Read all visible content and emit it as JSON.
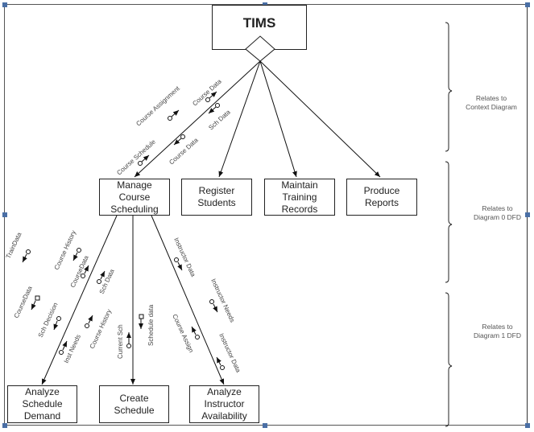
{
  "title": "TIMS",
  "level1": [
    {
      "id": "manage",
      "label": "Manage\nCourse\nScheduling"
    },
    {
      "id": "register",
      "label": "Register\nStudents"
    },
    {
      "id": "maintain",
      "label": "Maintain\nTraining\nRecords"
    },
    {
      "id": "produce",
      "label": "Produce\nReports"
    }
  ],
  "level2": [
    {
      "id": "analyze-demand",
      "label": "Analyze\nSchedule\nDemand"
    },
    {
      "id": "create",
      "label": "Create\nSchedule"
    },
    {
      "id": "analyze-instructor",
      "label": "Analyze\nInstructor\nAvailability"
    }
  ],
  "flows_top": [
    {
      "label": "Course Assignment"
    },
    {
      "label": "Course Data"
    },
    {
      "label": "Sch Data"
    },
    {
      "label": "Course Schedule"
    },
    {
      "label": "Course Data"
    }
  ],
  "flows_bottom": [
    {
      "label": "TrainData"
    },
    {
      "label": "Course History"
    },
    {
      "label": "CourseData"
    },
    {
      "label": "Sch Data"
    },
    {
      "label": "CourseData"
    },
    {
      "label": "Sch Decision"
    },
    {
      "label": "Inst Needs"
    },
    {
      "label": "Course History"
    },
    {
      "label": "Current Sch"
    },
    {
      "label": "Schedule data"
    },
    {
      "label": "Instructor Data"
    },
    {
      "label": "Instructor Needs"
    },
    {
      "label": "Course Assign"
    },
    {
      "label": "Instructor Data"
    }
  ],
  "notes": [
    {
      "label": "Relates to\nContext Diagram"
    },
    {
      "label": "Relates to\nDiagram 0 DFD"
    },
    {
      "label": "Relates to\nDiagram 1 DFD"
    }
  ]
}
